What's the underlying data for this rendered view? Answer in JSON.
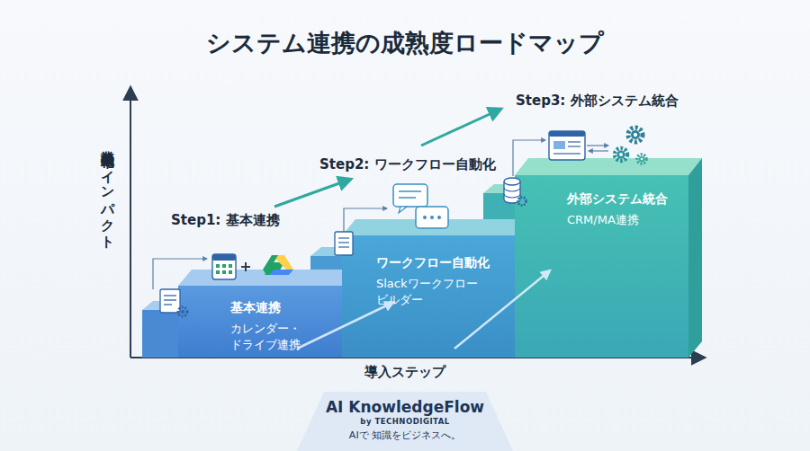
{
  "diagram": {
    "title": "システム連携の成熟度ロードマップ",
    "nodes": [
      {
        "text": [
          "基本連携",
          "カレンダー・ドライブ連携"
        ]
      },
      {
        "text": [
          "ワークフロー自動化",
          "Slackワークフロー ビルダー"
        ]
      },
      {
        "text": [
          "外部システム統合",
          "CRM/MA連携"
        ]
      },
      {
        "text": [
          "AI KnowledgeFlow",
          "by TECHNODIGITAL",
          "AIで 知識をビジネスへ。"
        ]
      }
    ],
    "labels": [
      "業務効率化のインパクト",
      "導入ステップ",
      "Step1: 基本連携",
      "Step2: ワークフロー自動化",
      "Step3: 外部システム統合"
    ]
  }
}
